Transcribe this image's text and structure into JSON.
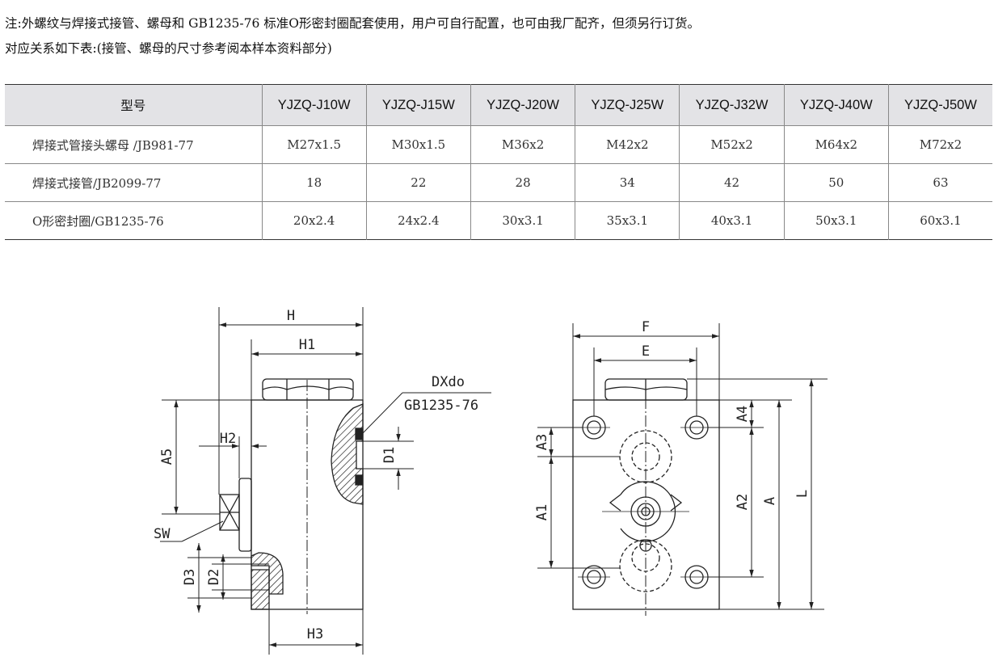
{
  "notes": {
    "line1": "注:外螺纹与焊接式接管、螺母和 GB1235-76 标准O形密封圈配套使用，用户可自行配置，也可由我厂配齐，但须另行订货。",
    "line2": "对应关系如下表:(接管、螺母的尺寸参考阅本样本资料部分)"
  },
  "table": {
    "header": [
      "型号",
      "YJZQ-J10W",
      "YJZQ-J15W",
      "YJZQ-J20W",
      "YJZQ-J25W",
      "YJZQ-J32W",
      "YJZQ-J40W",
      "YJZQ-J50W"
    ],
    "rows": [
      [
        "焊接式管接头螺母 /JB981-77",
        "M27x1.5",
        "M30x1.5",
        "M36x2",
        "M42x2",
        "M52x2",
        "M64x2",
        "M72x2"
      ],
      [
        "焊接式接管/JB2099-77",
        "18",
        "22",
        "28",
        "34",
        "42",
        "50",
        "63"
      ],
      [
        "O形密封圈/GB1235-76",
        "20x2.4",
        "24x2.4",
        "30x3.1",
        "35x3.1",
        "40x3.1",
        "50x3.1",
        "60x3.1"
      ]
    ]
  },
  "drawing": {
    "left": {
      "H": "H",
      "H1": "H1",
      "H2": "H2",
      "H3": "H3",
      "A5": "A5",
      "D1": "D1",
      "D2": "D2",
      "D3": "D3",
      "SW": "SW",
      "seal_line1": "DXdo",
      "seal_line2": "GB1235-76"
    },
    "right": {
      "F": "F",
      "E": "E",
      "A": "A",
      "A1": "A1",
      "A2": "A2",
      "A3": "A3",
      "A4": "A4",
      "L": "L"
    }
  }
}
